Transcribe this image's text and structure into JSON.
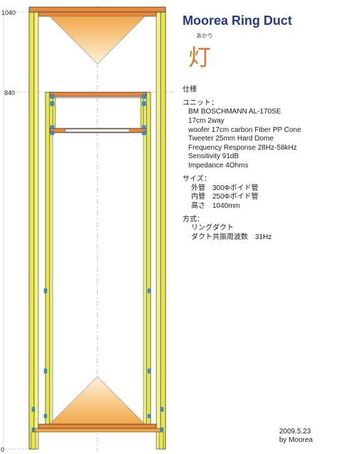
{
  "dimensions": {
    "label_top": "1040",
    "label_mid": "840",
    "label_bottom": "0"
  },
  "title": "Moorea Ring Duct",
  "name_ruby": "あかり",
  "name_kanji": "灯",
  "spec": {
    "heading": "仕様",
    "unit_heading": "ユニット：",
    "unit_lines": [
      "BM BOSCHMANN AL-170SE",
      "17cm 2way",
      "woofer 17cm carbon Fiber PP Cone",
      "Tweeter 25mm Hard Dome",
      "Frequency Response 28Hz-58kHz",
      "Sensitivity 91dB",
      "Impedance 4Ohms"
    ],
    "size_heading": "サイズ：",
    "size_lines": [
      "外管　300Φボイド管",
      "内管　250Φボイド管",
      "高さ　1040mm"
    ],
    "method_heading": "方式：",
    "method_lines": [
      "リングダクト",
      "ダクト共振周波数　31Hz"
    ]
  },
  "footer": {
    "date": "2009.5.23",
    "author": "by Moorea"
  },
  "colors": {
    "outer_tube": "#e9e84a",
    "inner_board": "#e8883a",
    "cone": "#f4b24f",
    "marker": "#3a8fd8",
    "outline": "#333333",
    "title": "#233a8c"
  }
}
